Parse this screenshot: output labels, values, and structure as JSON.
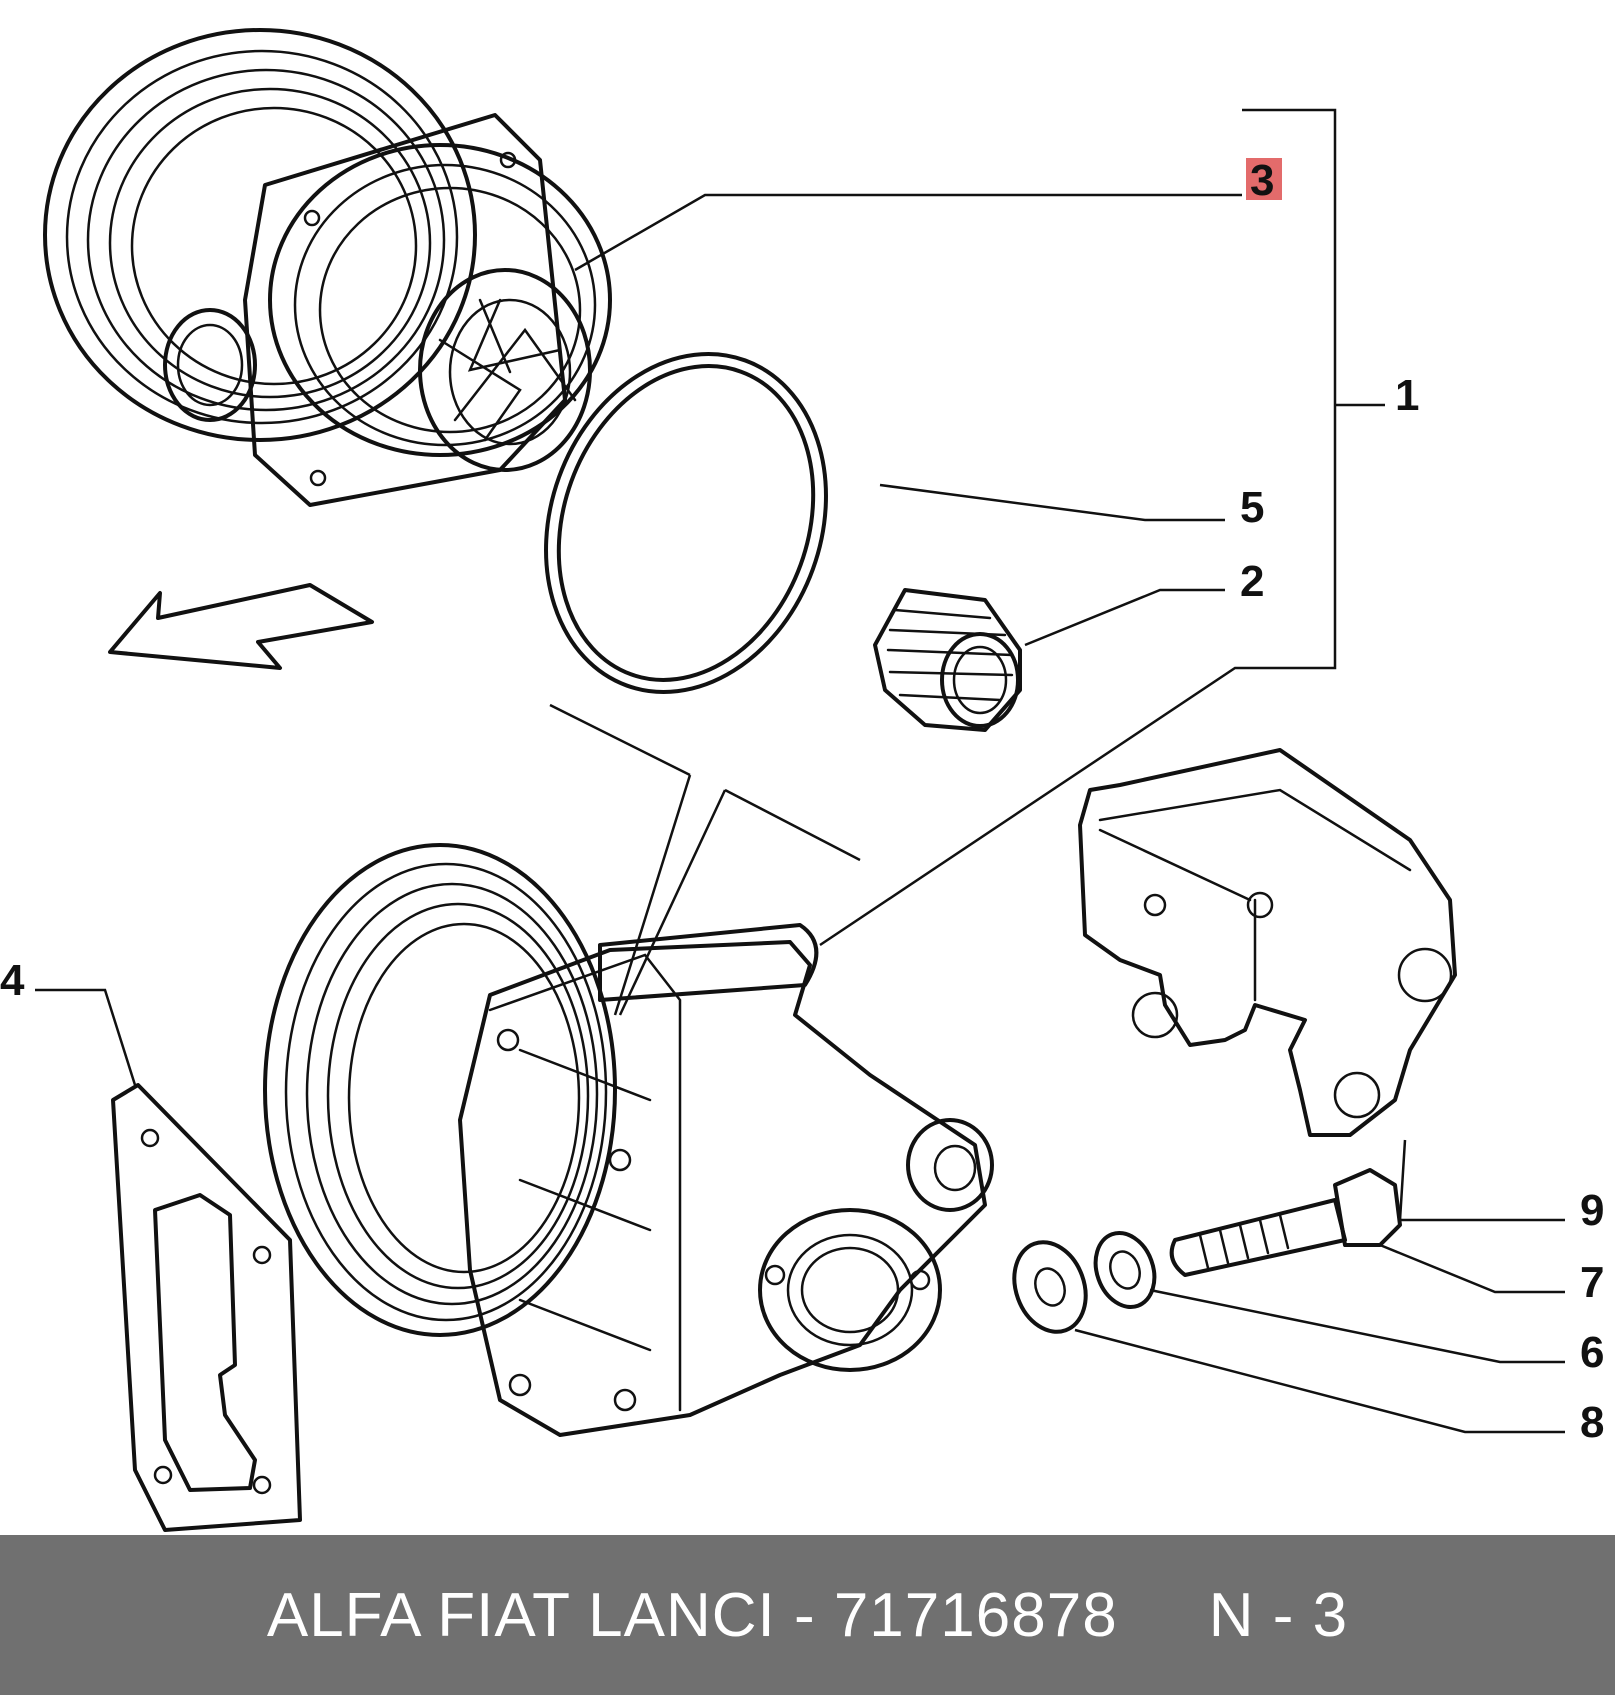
{
  "diagram": {
    "callouts": {
      "c1": "1",
      "c2": "2",
      "c3": "3",
      "c4": "4",
      "c5": "5",
      "c6": "6",
      "c7": "7",
      "c8": "8",
      "c9": "9"
    },
    "highlighted_callout": "3",
    "highlight_color": "#e36b6b"
  },
  "footer": {
    "text": "ALFA FIAT LANCI - 71716878     N - 3",
    "background_color": "#707070"
  }
}
